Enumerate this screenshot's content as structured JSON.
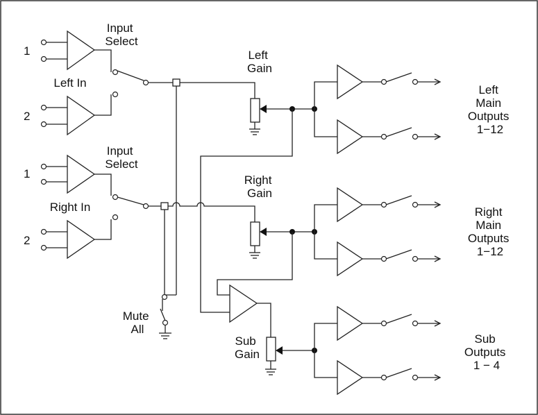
{
  "labels": {
    "input_select_left": [
      "Input",
      "Select"
    ],
    "left_in": "Left In",
    "input_select_right": [
      "Input",
      "Select"
    ],
    "right_in": "Right In",
    "mute_all": [
      "Mute",
      "All"
    ],
    "left_gain": [
      "Left",
      "Gain"
    ],
    "right_gain": [
      "Right",
      "Gain"
    ],
    "sub_gain": [
      "Sub",
      "Gain"
    ],
    "left_outputs": [
      "Left",
      "Main",
      "Outputs",
      "1−12"
    ],
    "right_outputs": [
      "Right",
      "Main",
      "Outputs",
      "1−12"
    ],
    "sub_outputs": [
      "Sub",
      "Outputs",
      "1 − 4"
    ],
    "input_numbers": [
      "1",
      "2",
      "1",
      "2"
    ]
  },
  "colors": {
    "line": "#222222",
    "background": "#ffffff"
  }
}
